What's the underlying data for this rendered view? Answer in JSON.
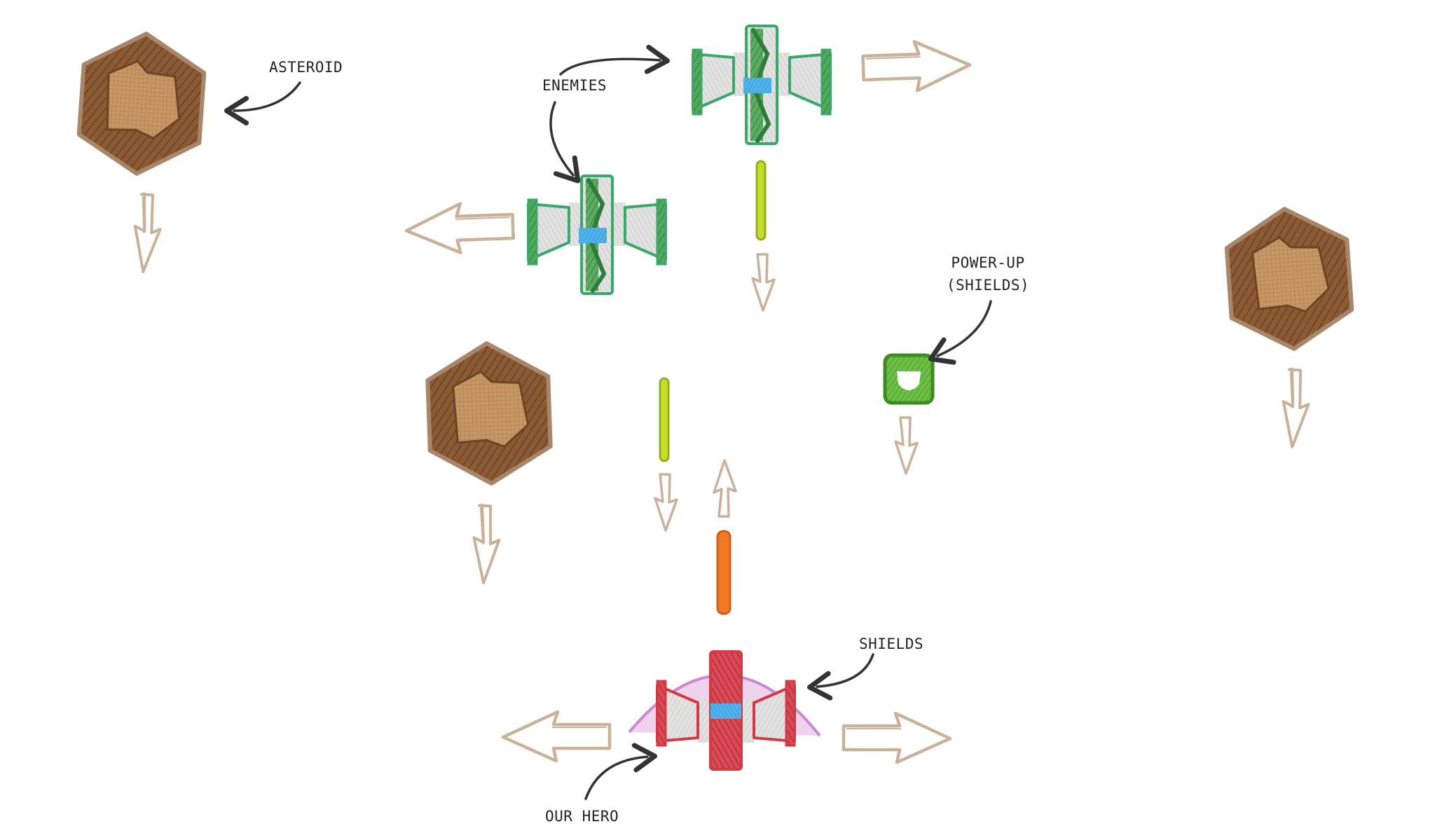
{
  "labels": {
    "asteroid": "ASTEROID",
    "enemies": "ENEMIES",
    "powerup_line1": "POWER-UP",
    "powerup_line2": "(SHIELDS)",
    "shields": "SHIELDS",
    "hero": "OUR HERO"
  },
  "palette": {
    "asteroid_outer": "#8b5a33",
    "asteroid_inner": "#c79866",
    "enemy": "#3aa86b",
    "hero": "#d23a46",
    "cockpit": "#3b9fe0",
    "hull": "#d6d6d6",
    "enemy_laser": "#c8dd2a",
    "hero_laser": "#f07a24",
    "powerup": "#5db33a",
    "shield_fill": "#efd2ec",
    "shield_edge": "#c88ad0",
    "motion_arrow": "#c9b19a",
    "pointer_arrow": "#333333"
  },
  "icons": {
    "asteroid": "hexagon-asteroid-icon",
    "enemy": "enemy-ship-icon",
    "hero": "hero-ship-icon",
    "powerup": "shield-powerup-icon",
    "motion": "hollow-arrow-icon",
    "pointer": "curved-pointer-arrow-icon"
  }
}
